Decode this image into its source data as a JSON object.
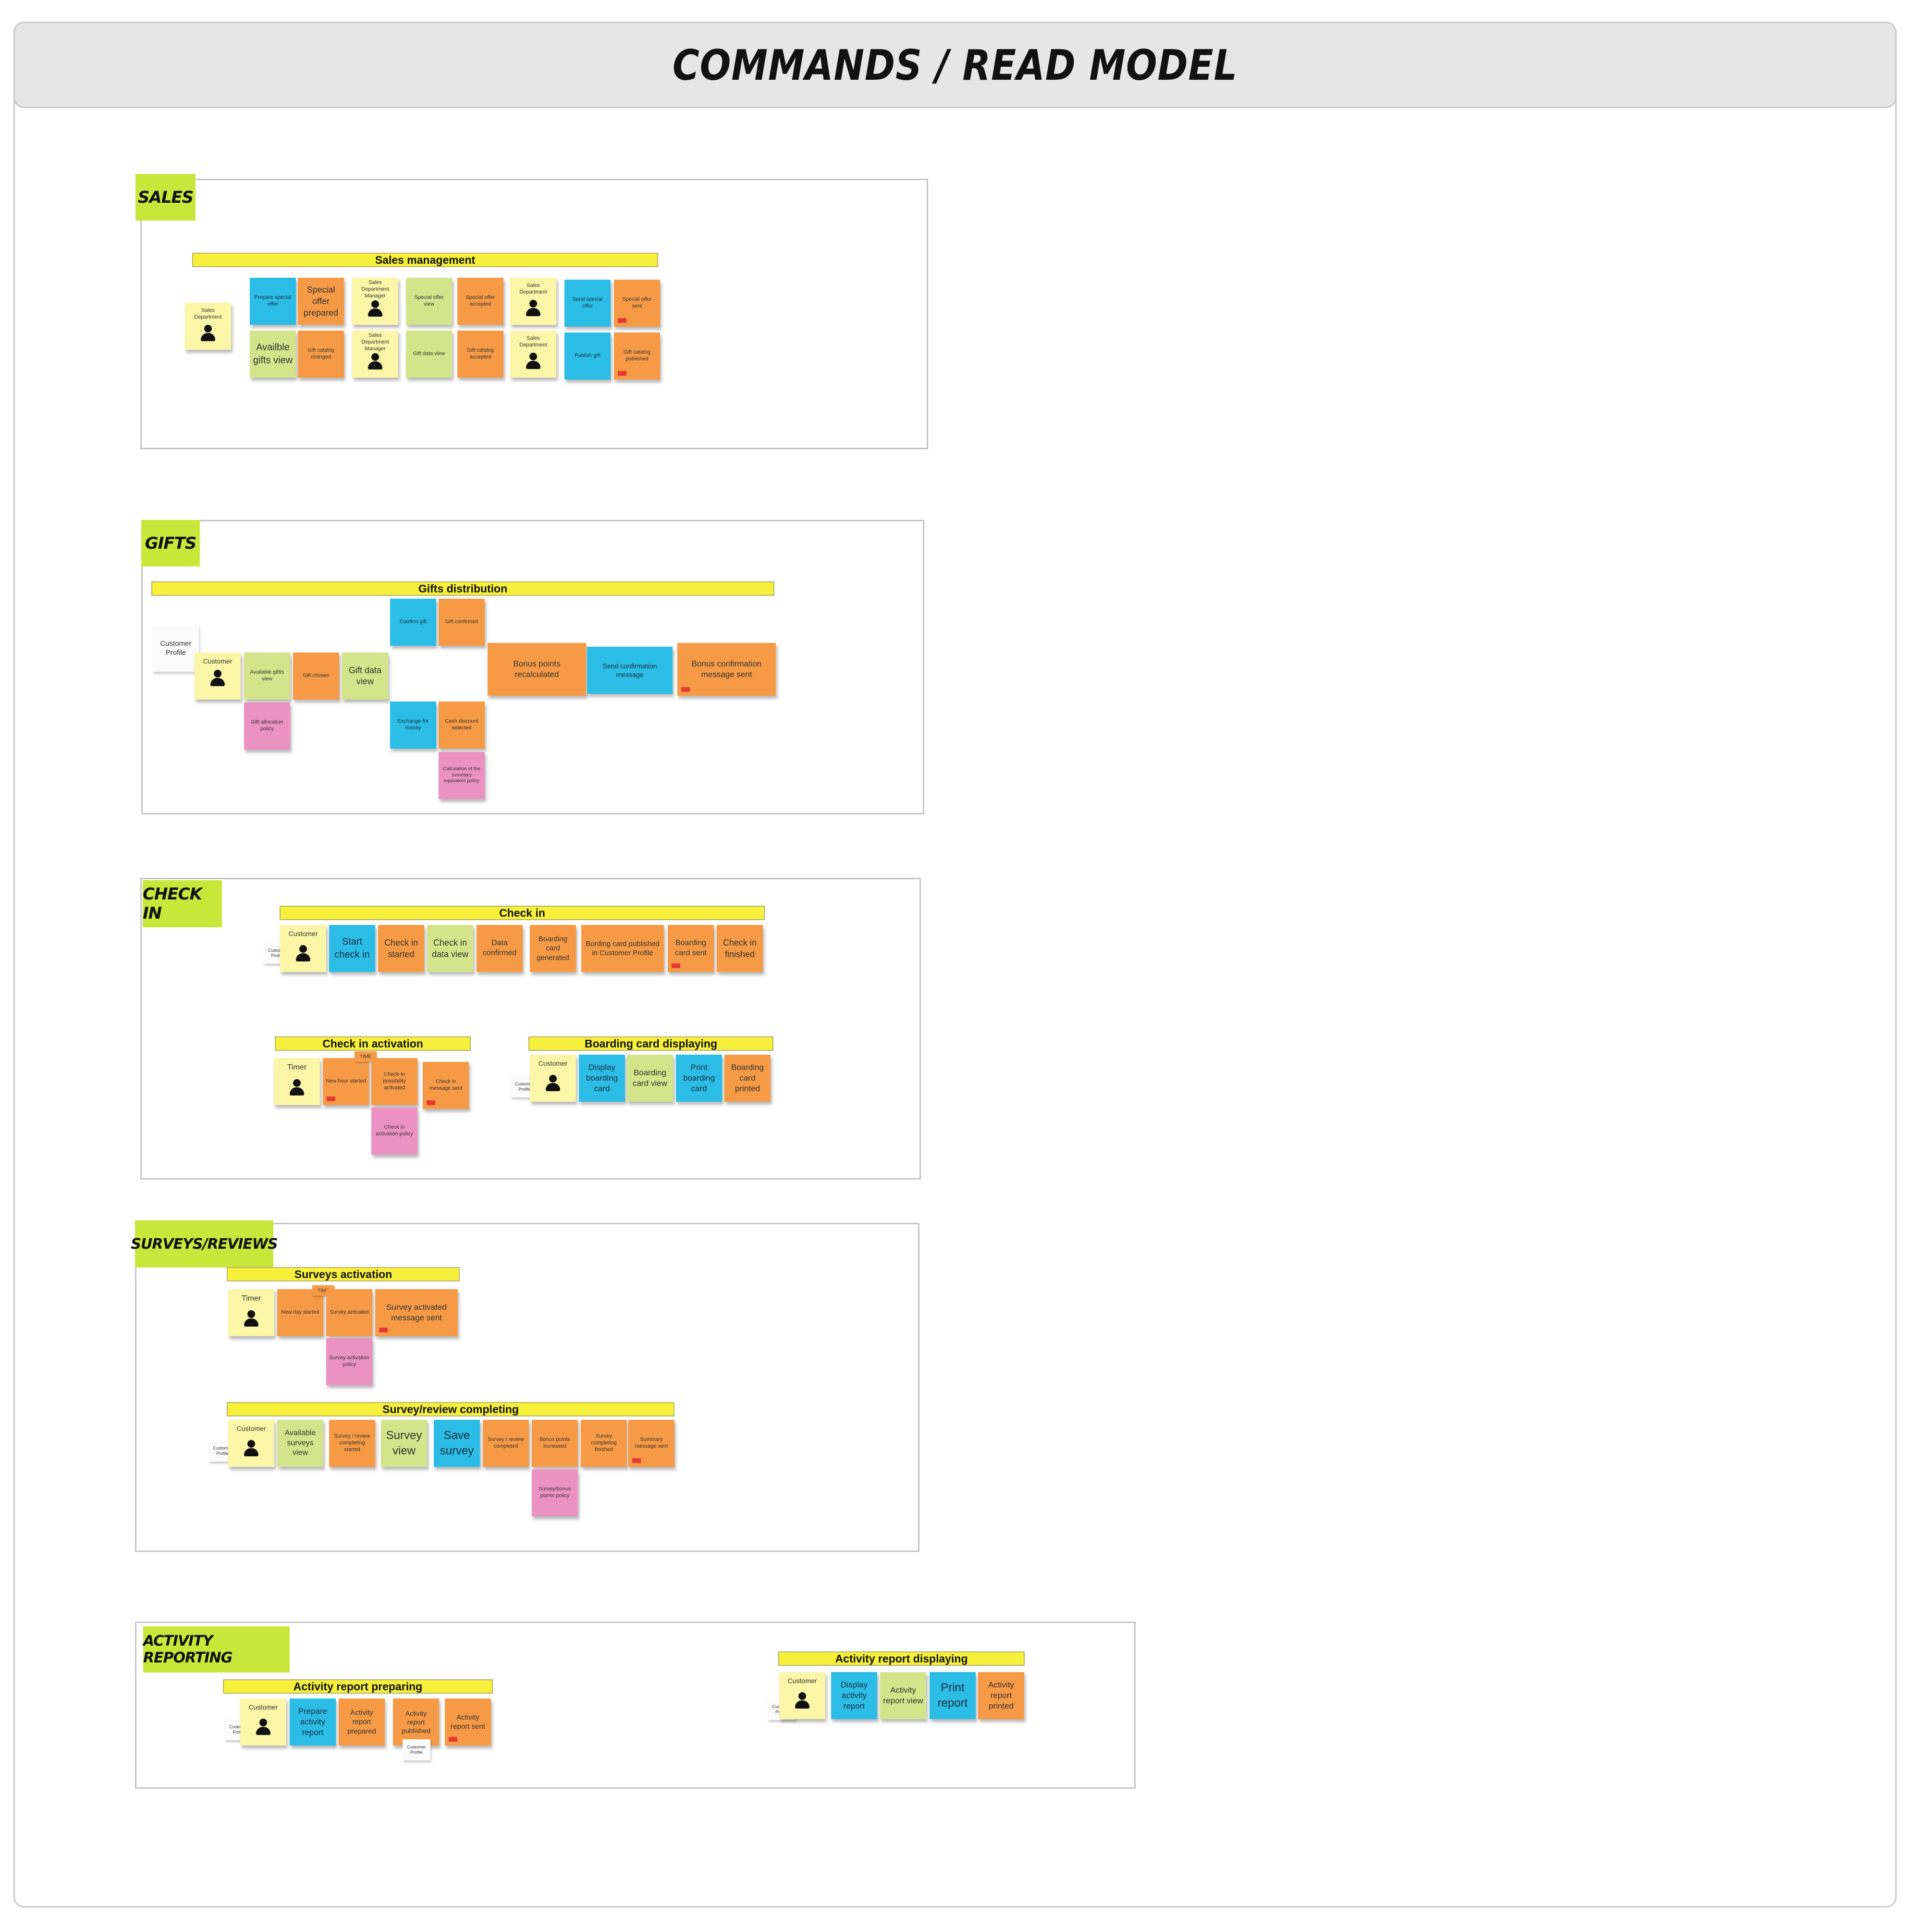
{
  "board": {
    "title": "COMMANDS / READ MODEL"
  },
  "sections": {
    "sales": {
      "tag": "SALES",
      "lane": "Sales management",
      "notes": {
        "actor_sales_dept": "Sales Department",
        "prepare_special_offer": "Prepare special offer",
        "special_offer_prepared": "Special offer prepared",
        "actor_sdm_1": "Sales Department Manager",
        "special_offer_view": "Special offer view",
        "special_offer_accepted": "Special offer accepted",
        "actor_sd_2": "Sales Department",
        "send_special_offer": "Send special offer",
        "special_offer_sent": "Special offer sent",
        "available_gifts_view": "Availble gifts view",
        "gift_catalog_changed": "Gift catalog changed",
        "actor_sdm_2": "Sales Department Manager",
        "gift_data_view": "Gift data view",
        "gift_catalog_accepted": "Gift catalog accepted",
        "actor_sd_3": "Sales Department",
        "publish_gift": "Publish gift",
        "gift_catalog_published": "Gift catalog published"
      }
    },
    "gifts": {
      "tag": "GIFTS",
      "lane": "Gifts distribution",
      "notes": {
        "customer_profile": "Customer Profile",
        "actor_customer": "Customer",
        "available_gifts_view": "Available giftts view",
        "gift_chosen": "Gift chosen",
        "gift_data_view": "Gift data view",
        "gift_allocation_policy": "Gift allocation policy",
        "confirm_gift": "Confirm gift",
        "gift_confirmed": "Gift confirmed",
        "exchange_for_money": "Exchange for money",
        "cash_discount_selected": "Cash discount selected",
        "calculation_policy": "Calculation of the monetary equivalent policy",
        "bonus_points_recalculated": "Bonus points recalculated",
        "send_confirmation_message": "Send confirmation message",
        "bonus_confirmation_sent": "Bonus confirmation message sent"
      }
    },
    "checkin": {
      "tag": "CHECK IN",
      "lane_main": "Check in",
      "lane_activation": "Check in activation",
      "lane_boarding": "Boarding card displaying",
      "notes": {
        "customer_profile": "Customer Profile",
        "actor_customer": "Customer",
        "start_check_in": "Start check in",
        "check_in_started": "Check in started",
        "check_in_data_view": "Check in data view",
        "data_confirmed": "Data confirmed",
        "boarding_card_generated": "Boarding card generated",
        "boarding_card_published": "Bording card published in Customer Profile",
        "boarding_card_sent": "Boarding card sent",
        "check_in_finished": "Check in finished",
        "actor_timer": "Timer",
        "time_tag": "TIME",
        "new_hour_started": "New hour started",
        "check_in_possibility_activated": "Check-in possibility activated",
        "check_in_message_sent": "Check in message sent",
        "check_in_activation_policy": "Check in activation policy",
        "bcd_customer_profile": "Customer Profile",
        "bcd_actor_customer": "Customer",
        "display_boarding_card": "Display boarding card",
        "boarding_card_view": "Boarding card view",
        "print_boarding_card": "Print boarding card",
        "boarding_card_printed": "Boarding card printed"
      }
    },
    "surveys": {
      "tag": "SURVEYS/REVIEWS",
      "lane_activation": "Surveys activation",
      "lane_completing": "Survey/review completing",
      "notes": {
        "actor_timer": "Timer",
        "time_tag": "TIME",
        "new_day_started": "New day started",
        "survey_activated": "Survey activated",
        "survey_activated_msg": "Survey activated message sent",
        "survey_activation_policy": "Survey activation policy",
        "customer_profile": "Customer Profile",
        "actor_customer": "Customer",
        "available_surveys_view": "Available surveys view",
        "survey_review_started": "Survey / review completing started",
        "survey_view": "Survey view",
        "save_survey": "Save survey",
        "survey_review_completed": "Survey / review completed",
        "bonus_points_increased": "Bonus points increased",
        "survey_completing_finished": "Survey completing finished",
        "summary_message_sent": "Summary message sent",
        "survey_bonus_policy": "Survey/bonus points policy"
      }
    },
    "activity": {
      "tag": "ACTIVITY REPORTING",
      "lane_preparing": "Activity report preparing",
      "lane_displaying": "Activity report displaying",
      "notes": {
        "customer_profile": "Customer Profile",
        "actor_customer": "Customer",
        "prepare_activity_report": "Prepare activity report",
        "activity_report_prepared": "Activity report prepared",
        "activity_report_published": "Activity report published",
        "published_customer_profile": "Customer Profile",
        "activity_report_sent": "Activity report sent",
        "ard_customer_profile": "Customer Profile",
        "ard_actor_customer": "Customer",
        "display_activity_report": "Display activity report",
        "activity_report_view": "Activity report view",
        "print_report": "Print report",
        "activity_report_printed": "Activity report printed"
      }
    }
  },
  "colors": {
    "command": "#2bbde6",
    "event": "#f79a45",
    "read_model": "#d4e48a",
    "actor": "#fbf6a8",
    "policy": "#ec92c3",
    "lane": "#f6f03a",
    "section_tag": "#c9e73a"
  },
  "icons": {
    "actor": "person-icon",
    "external_notification": "red-flag-icon"
  }
}
